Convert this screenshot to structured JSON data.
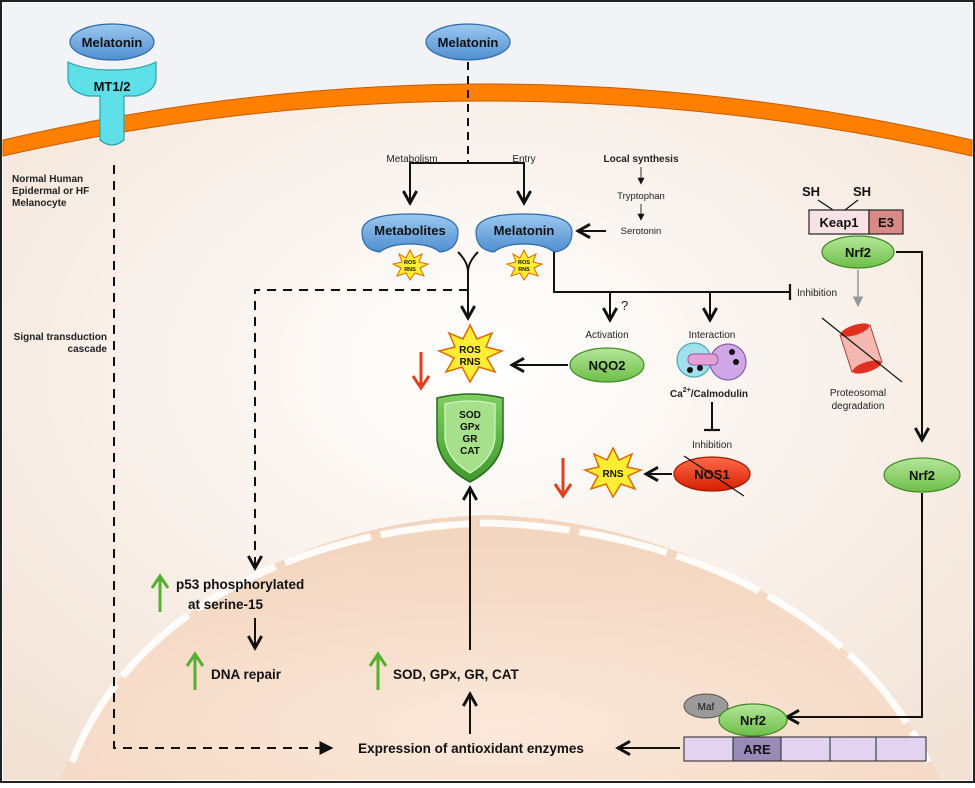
{
  "membrane": {
    "ligand_left": "Melatonin",
    "receptor": "MT1/2",
    "ligand_center": "Melatonin"
  },
  "labels": {
    "cell_type_line1": "Normal Human",
    "cell_type_line2": "Epidermal or HF",
    "cell_type_line3": "Melanocyte",
    "signal_line1": "Signal transduction",
    "signal_line2": "cascade",
    "metabolism": "Metabolism",
    "entry": "Entry",
    "local_synthesis": "Local synthesis",
    "tryptophan": "Tryptophan",
    "serotonin": "Serotonin",
    "metabolites": "Metabolites",
    "melatonin_inner": "Melatonin",
    "ros": "ROS",
    "rns": "RNS",
    "question": "?",
    "activation": "Activation",
    "interaction": "Interaction",
    "inhibition_right": "Inhibition",
    "nqo2": "NQO2",
    "ca_calmodulin_pre": "Ca",
    "ca_calmodulin_sup": "2+",
    "ca_calmodulin_post": "/Calmodulin",
    "inhibition_nos": "Inhibition",
    "nos1": "NOS1",
    "proteosomal_line1": "Proteosomal",
    "proteosomal_line2": "degradation",
    "sh1": "SH",
    "sh2": "SH",
    "keap1": "Keap1",
    "e3": "E3",
    "nrf2_top": "Nrf2",
    "nrf2_mid": "Nrf2",
    "nrf2_bottom": "Nrf2",
    "maf": "Maf",
    "are": "ARE",
    "shield_sod": "SOD",
    "shield_gpx": "GPx",
    "shield_gr": "GR",
    "shield_cat": "CAT",
    "p53_line1": "p53 phosphorylated",
    "p53_line2": "at serine-15",
    "dna_repair": "DNA repair",
    "enzymes_list": "SOD, GPx, GR, CAT",
    "expression": "Expression of antioxidant enzymes"
  },
  "colors": {
    "cytoplasm": "#f3e2d6",
    "membrane": "#ff7f00",
    "nucleus": "#f5dcc8",
    "melatonin_blue": "#6fa8dc",
    "receptor_cyan": "#5fdfe8",
    "nrf2_green": "#8fd06f",
    "nos1_red": "#e8300e",
    "up_arrow": "#55b030",
    "down_arrow": "#e04020"
  }
}
